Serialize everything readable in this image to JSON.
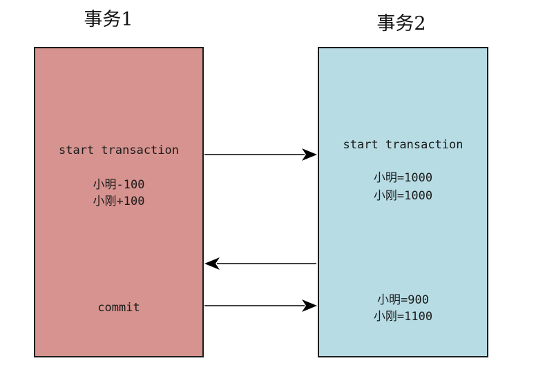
{
  "diagram": {
    "transaction1": {
      "title": "事务1",
      "start_line": "start transaction",
      "op_line1": "小明-100",
      "op_line2": "小刚+100",
      "commit_line": "commit"
    },
    "transaction2": {
      "title": "事务2",
      "start_line": "start transaction",
      "first_read_line1": "小明=1000",
      "first_read_line2": "小刚=1000",
      "second_read_line1": "小明=900",
      "second_read_line2": "小刚=1100"
    },
    "arrows": [
      {
        "name": "arrow-t1-update-to-t2",
        "direction": "right"
      },
      {
        "name": "arrow-t2-to-t1-commit",
        "direction": "left"
      },
      {
        "name": "arrow-t1-commit-to-t2",
        "direction": "right"
      }
    ],
    "colors": {
      "background": "#ffffff",
      "transaction1_fill": "#d6938f",
      "transaction2_fill": "#b7dce4",
      "box_border": "#1c1c1c",
      "text": "#1a1a1a",
      "arrow": "#000000"
    }
  }
}
